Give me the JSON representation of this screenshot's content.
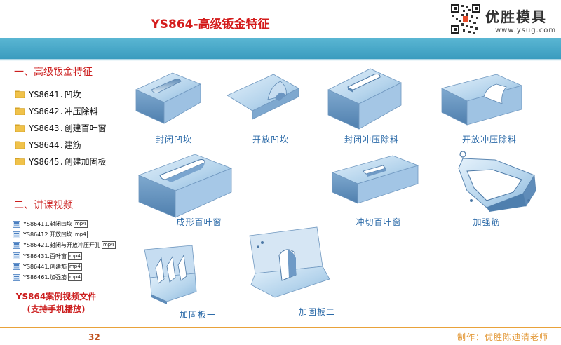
{
  "header": {
    "title": "YS864-高级钣金特征"
  },
  "logo": {
    "name": "优胜模具",
    "url": "www.ysug.com"
  },
  "section1": {
    "title": "一、高级钣金特征",
    "folders": [
      "YS8641.凹坎",
      "YS8642.冲压除料",
      "YS8643.创建百叶窗",
      "YS8644.建筋",
      "YS8645.创建加固板"
    ]
  },
  "section2": {
    "title": "二、讲课视频",
    "videos": [
      {
        "label": "YS86411.封闭凹坎",
        "ext": "mp4"
      },
      {
        "label": "YS86412.开放凹坎",
        "ext": "mp4"
      },
      {
        "label": "YS86421.封闭与开放冲压开孔",
        "ext": "mp4"
      },
      {
        "label": "YS86431.百叶窗",
        "ext": "mp4"
      },
      {
        "label": "YS86441.创建筋",
        "ext": "mp4"
      },
      {
        "label": "YS86461.加强筋",
        "ext": "mp4"
      }
    ],
    "case_line1": "YS864案例视频文件",
    "case_line2": "(支持手机播放)"
  },
  "captions": {
    "p1": "封闭凹坎",
    "p2": "开放凹坎",
    "p3": "封闭冲压除料",
    "p4": "开放冲压除料",
    "p5": "成形百叶窗",
    "p6": "冲切百叶窗",
    "p7": "加强筋",
    "p8": "加固板一",
    "p9": "加固板二"
  },
  "footer": {
    "page": "32",
    "maker": "制作：优胜陈迪清老师"
  },
  "colors": {
    "title_red": "#d41c1c",
    "band_blue": "#3a9cbf",
    "caption_blue": "#2b6aa8",
    "footer_orange": "#e39a3a"
  }
}
